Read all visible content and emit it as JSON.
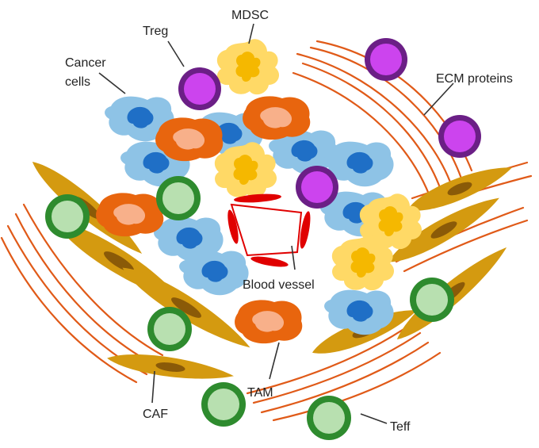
{
  "labels": {
    "mdsc": "MDSC",
    "treg": "Treg",
    "cancer_line1": "Cancer",
    "cancer_line2": "cells",
    "ecm": "ECM proteins",
    "blood_vessel": "Blood vessel",
    "tam": "TAM",
    "caf": "CAF",
    "teff": "Teff"
  },
  "colors": {
    "cancer_cell": "#8ec3e6",
    "cancer_nucleus": "#1f6fc6",
    "tam": "#e8650e",
    "tam_nucleus": "#f8b08a",
    "mdsc": "#ffd966",
    "mdsc_nucleus": "#f5b800",
    "treg_fill": "#cc44ee",
    "treg_ring": "#6b1f86",
    "teff_fill": "#b8e0b0",
    "teff_ring": "#2e8b2e",
    "caf": "#d49a10",
    "caf_nucleus": "#8a5a08",
    "ecm_fiber": "#e05a18",
    "vessel": "#e00000"
  }
}
